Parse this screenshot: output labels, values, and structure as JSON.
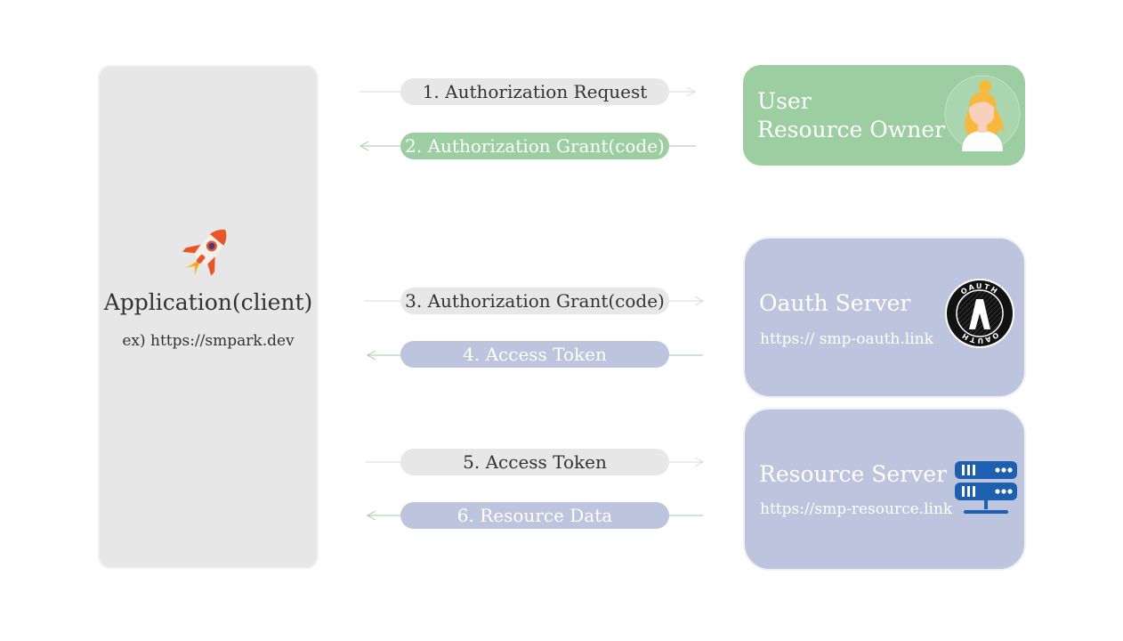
{
  "client": {
    "title": "Application(client)",
    "url": "ex) https://smpark.dev",
    "icon": "rocket-icon"
  },
  "user": {
    "line1": "User",
    "line2": "Resource Owner",
    "icon": "user-avatar-icon"
  },
  "oauth_server": {
    "title": "Oauth Server",
    "url": "https:// smp-oauth.link",
    "logo_text": "OAUTH",
    "icon": "oauth-logo-icon"
  },
  "resource_server": {
    "title": "Resource Server",
    "url": "https://smp-resource.link",
    "icon": "server-stack-icon"
  },
  "steps": [
    {
      "label": "1. Authorization Request",
      "direction": "right",
      "style": "grey"
    },
    {
      "label": "2. Authorization Grant(code)",
      "direction": "left",
      "style": "green"
    },
    {
      "label": "3. Authorization Grant(code)",
      "direction": "right",
      "style": "grey"
    },
    {
      "label": "4. Access Token",
      "direction": "left",
      "style": "blue"
    },
    {
      "label": "5. Access Token",
      "direction": "right",
      "style": "grey"
    },
    {
      "label": "6. Resource Data",
      "direction": "left",
      "style": "blue"
    }
  ],
  "colors": {
    "client_bg": "#e7e7e7",
    "user_green": "#9dcea2",
    "server_blue": "#bcc4de",
    "arrow_grey": "#d9d9d9",
    "arrow_green": "#9dcea2",
    "icon_blue": "#1f5fb0"
  }
}
